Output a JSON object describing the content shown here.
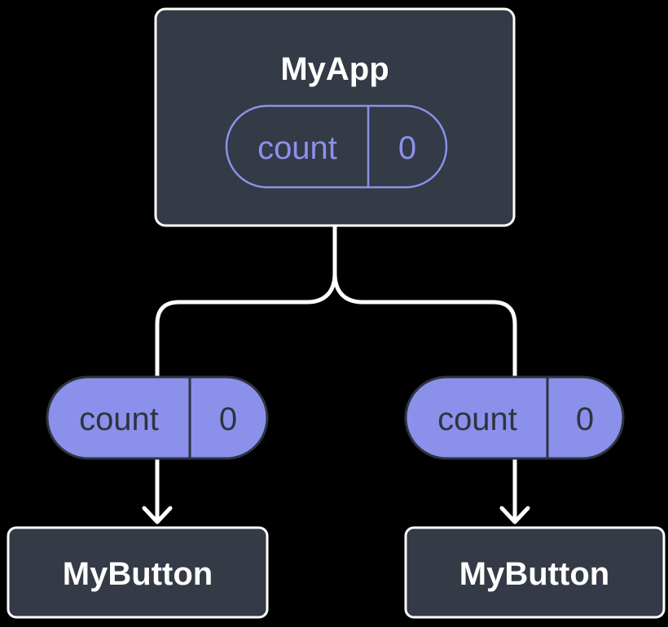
{
  "colors": {
    "background": "#000000",
    "box-fill": "#343A46",
    "box-border": "#FFFFFF",
    "accent-purple": "#8B91EA",
    "pill-dark": "#2E3440",
    "line-white": "#FFFFFF"
  },
  "diagram": {
    "root": {
      "label": "MyApp",
      "state": {
        "name": "count",
        "value": "0"
      }
    },
    "children": [
      {
        "label": "MyButton",
        "prop": {
          "name": "count",
          "value": "0"
        }
      },
      {
        "label": "MyButton",
        "prop": {
          "name": "count",
          "value": "0"
        }
      }
    ]
  }
}
